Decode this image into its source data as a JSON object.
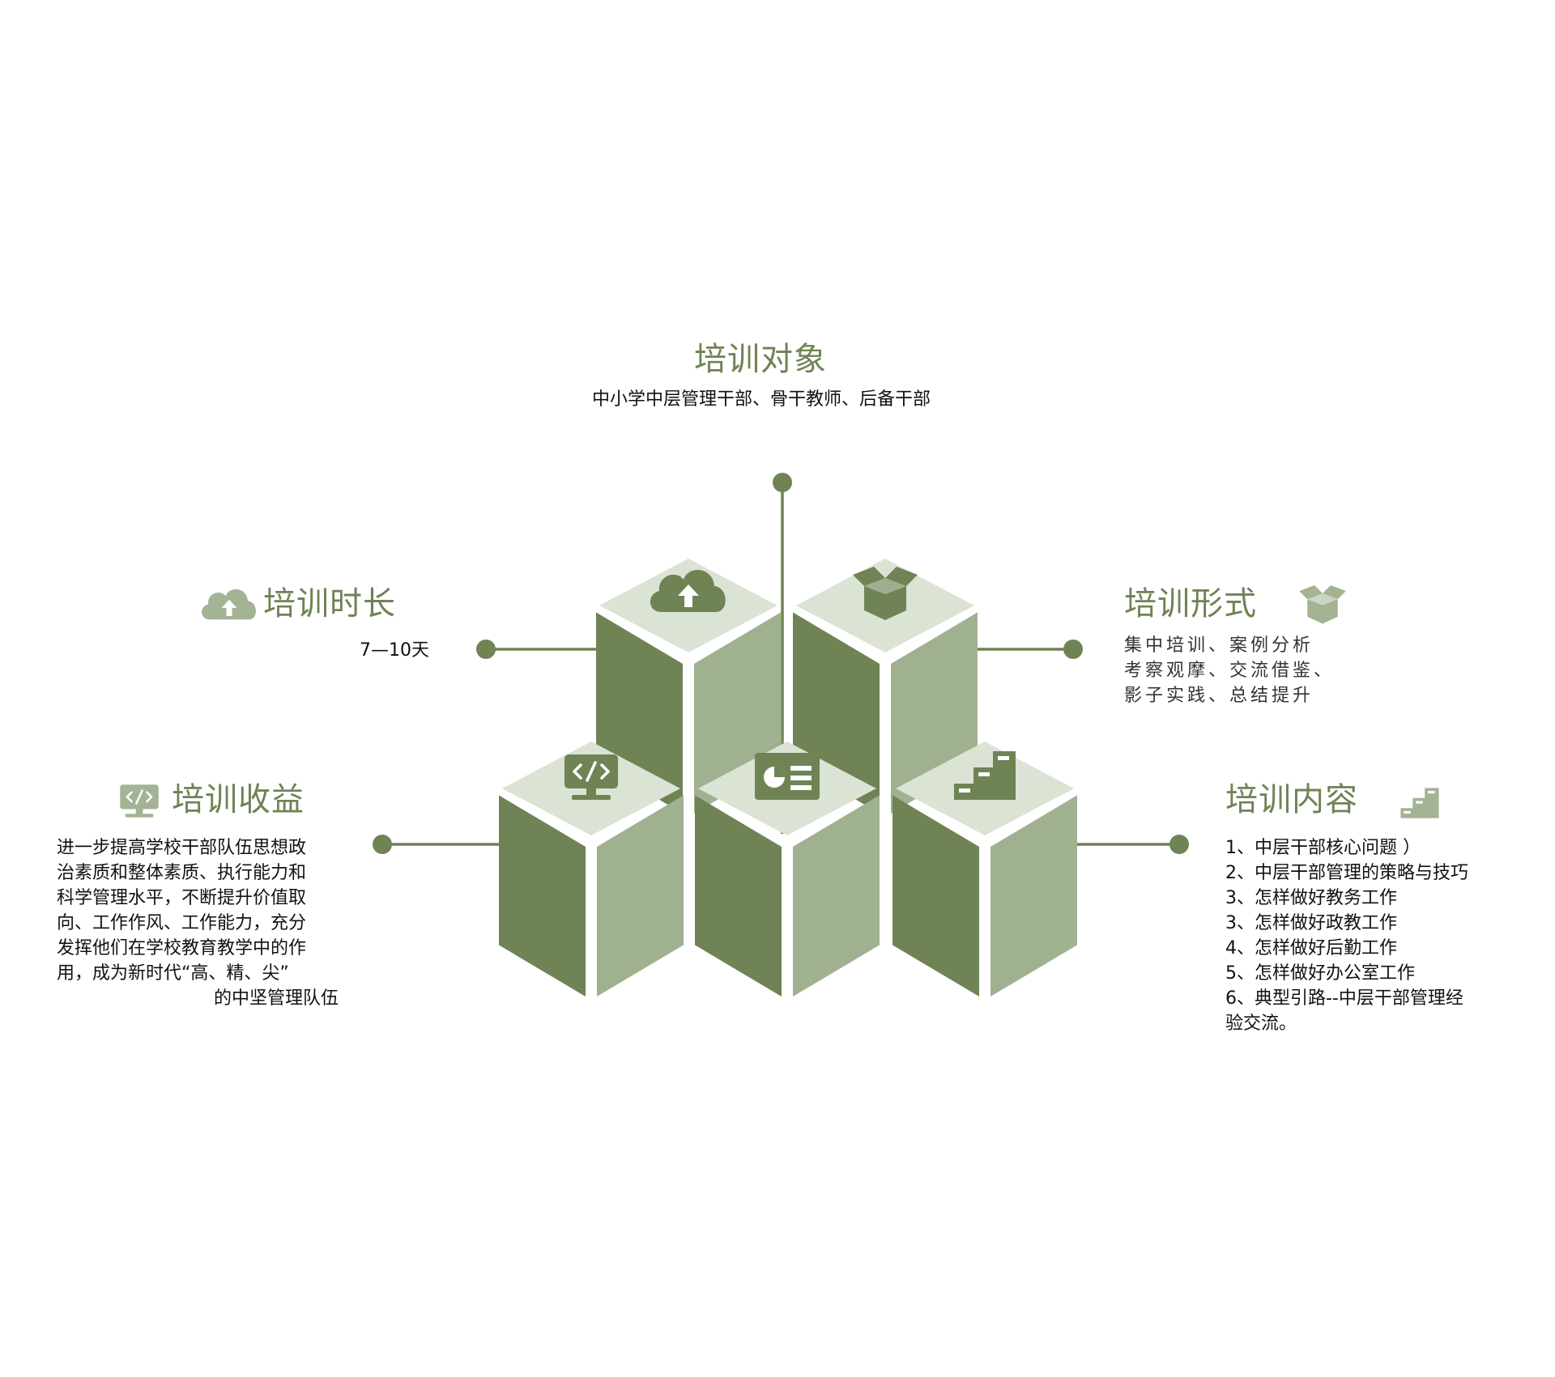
{
  "colors": {
    "accent": "#6f8355",
    "dark_face": "#6f8355",
    "light_face": "#a0b190",
    "top_face": "#dbe3d4"
  },
  "sections": {
    "target": {
      "title": "培训对象",
      "text": "中小学中层管理干部、骨干教师、后备干部"
    },
    "duration": {
      "title": "培训时长",
      "icon": "cloud-upload-icon",
      "text": "7—10天"
    },
    "format": {
      "title": "培训形式",
      "icon": "open-box-icon",
      "lines": [
        "集中培训、案例分析",
        "考察观摩、交流借鉴、",
        "影子实践、总结提升"
      ]
    },
    "benefit": {
      "title": "培训收益",
      "icon": "code-monitor-icon",
      "lines": [
        "进一步提高学校干部队伍思想政",
        "治素质和整体素质、执行能力和",
        "科学管理水平，不断提升价值取",
        "向、工作作风、工作能力，充分",
        "发挥他们在学校教育教学中的作",
        "用，成为新时代“高、精、尖”",
        "的中坚管理队伍"
      ]
    },
    "content": {
      "title": "培训内容",
      "icon": "stairs-icon",
      "lines": [
        "1、中层干部核心问题 ）",
        "2、中层干部管理的策略与技巧",
        "3、怎样做好教务工作",
        "3、怎样做好政教工作",
        "4、怎样做好后勤工作",
        "5、怎样做好办公室工作",
        "6、典型引路--中层干部管理经",
        "验交流。"
      ]
    }
  },
  "cubes": [
    {
      "icon": "cloud-upload-icon"
    },
    {
      "icon": "open-box-icon"
    },
    {
      "icon": "code-monitor-icon"
    },
    {
      "icon": "presentation-chart-icon"
    },
    {
      "icon": "stairs-icon"
    }
  ]
}
